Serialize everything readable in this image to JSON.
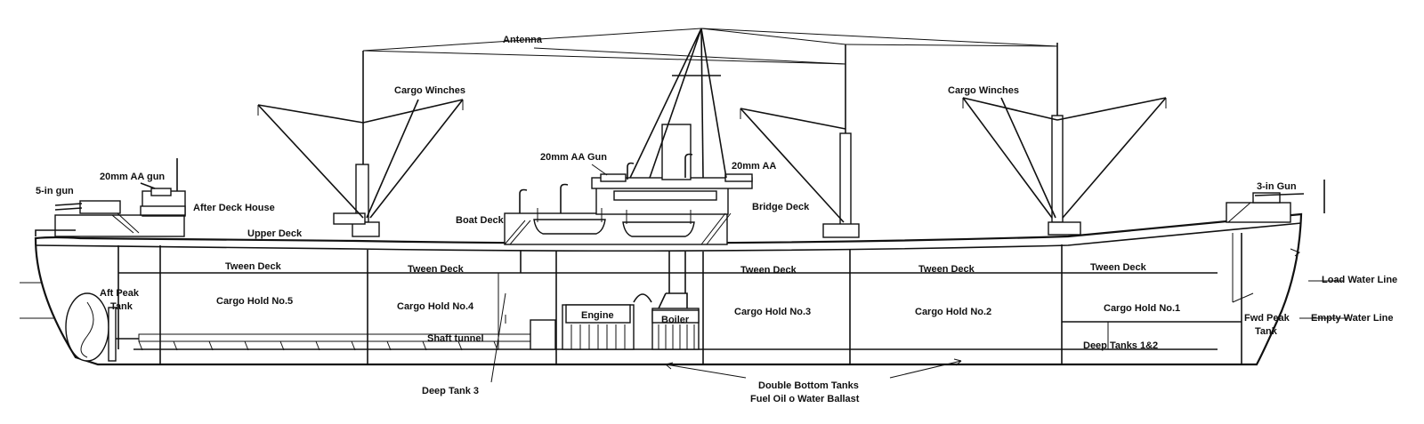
{
  "diagram": {
    "labels": {
      "antenna": "Antenna",
      "cargo_winches_aft": "Cargo Winches",
      "cargo_winches_fwd": "Cargo Winches",
      "aa_gun_aft": "20mm AA gun",
      "five_in_gun": "5-in gun",
      "after_deck_house": "After Deck House",
      "upper_deck": "Upper Deck",
      "aa_gun_mid": "20mm AA Gun",
      "aa_gun_bridge": "20mm AA",
      "boat_deck": "Boat Deck",
      "bridge_deck": "Bridge Deck",
      "three_in_gun": "3-in Gun",
      "tween_deck_5": "Tween Deck",
      "tween_deck_4": "Tween Deck",
      "tween_deck_3": "Tween Deck",
      "tween_deck_2": "Tween Deck",
      "tween_deck_1": "Tween Deck",
      "aft_peak_tank_1": "Aft Peak",
      "aft_peak_tank_2": "Tank",
      "cargo_hold_5": "Cargo Hold No.5",
      "cargo_hold_4": "Cargo Hold No.4",
      "cargo_hold_3": "Cargo Hold No.3",
      "cargo_hold_2": "Cargo Hold No.2",
      "cargo_hold_1": "Cargo Hold No.1",
      "engine": "Engine",
      "boiler": "Boiler",
      "shaft_tunnel": "Shaft tunnel",
      "deep_tanks_12": "Deep Tanks 1&2",
      "fwd_peak_tank_1": "Fwd Peak",
      "fwd_peak_tank_2": "Tank",
      "load_water_line": "Load Water Line",
      "empty_water_line": "Empty Water Line",
      "deep_tank_3": "Deep Tank 3",
      "double_bottom_1": "Double Bottom Tanks",
      "double_bottom_2": "Fuel Oil o Water Ballast"
    }
  }
}
